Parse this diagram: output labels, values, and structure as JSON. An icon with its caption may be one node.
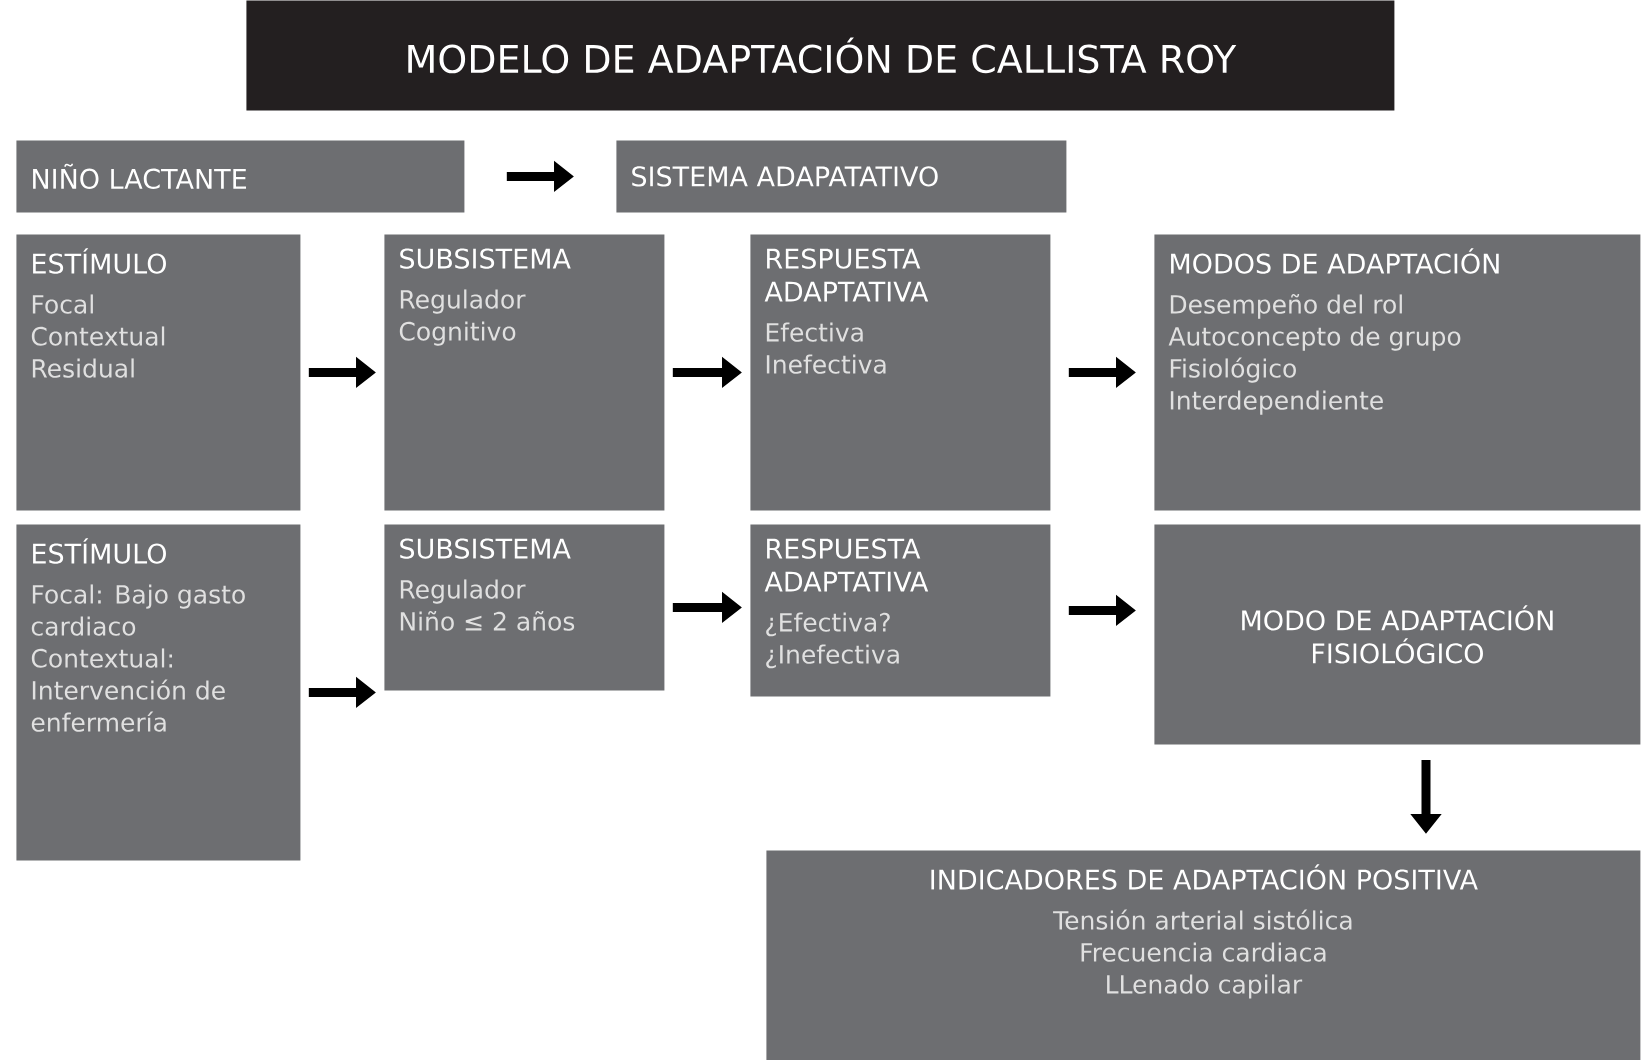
{
  "diagram": {
    "title": "MODELO DE ADAPTACIÓN DE CALLISTA ROY",
    "nodes": [
      {
        "text": [
          "NIÑO LACTANTE"
        ]
      },
      {
        "text": [
          "SISTEMA ADAPATATIVO"
        ]
      },
      {
        "text": [
          "ESTÍMULO",
          "Focal",
          "Contextual",
          "Residual"
        ]
      },
      {
        "text": [
          "SUBSISTEMA",
          "Regulador",
          "Cognitivo"
        ]
      },
      {
        "text": [
          "RESPUESTA ADAPTATIVA",
          "Efectiva",
          "Inefectiva"
        ]
      },
      {
        "text": [
          "MODOS DE ADAPTACIÓN",
          "Desempeño del rol",
          "Autoconcepto de grupo",
          "Fisiológico",
          "Interdependiente"
        ]
      },
      {
        "text": [
          "ESTÍMULO",
          "Focal: Bajo gasto cardiaco",
          "Contextual: Intervención de enfermería"
        ]
      },
      {
        "text": [
          "SUBSISTEMA",
          "Regulador",
          "Niño ≤ 2 años"
        ]
      },
      {
        "text": [
          "RESPUESTA ADAPTATIVA",
          "¿Efectiva?",
          "¿Inefectiva"
        ]
      },
      {
        "text": [
          "MODO DE ADAPTACIÓN FISIOLÓGICO"
        ]
      },
      {
        "text": [
          "INDICADORES DE ADAPTACIÓN POSITIVA",
          "Tensión arterial sistólica",
          "Frecuencia cardiaca",
          "LLenado capilar"
        ]
      }
    ],
    "edges": [
      {
        "from": 0,
        "to": 1,
        "arrow": "to"
      },
      {
        "from": 2,
        "to": 3,
        "arrow": "to"
      },
      {
        "from": 3,
        "to": 4,
        "arrow": "to"
      },
      {
        "from": 4,
        "to": 5,
        "arrow": "to"
      },
      {
        "from": 6,
        "to": 7,
        "arrow": "to"
      },
      {
        "from": 7,
        "to": 8,
        "arrow": "to"
      },
      {
        "from": 8,
        "to": 9,
        "arrow": "to"
      },
      {
        "from": 9,
        "to": 10,
        "arrow": "to"
      }
    ]
  }
}
